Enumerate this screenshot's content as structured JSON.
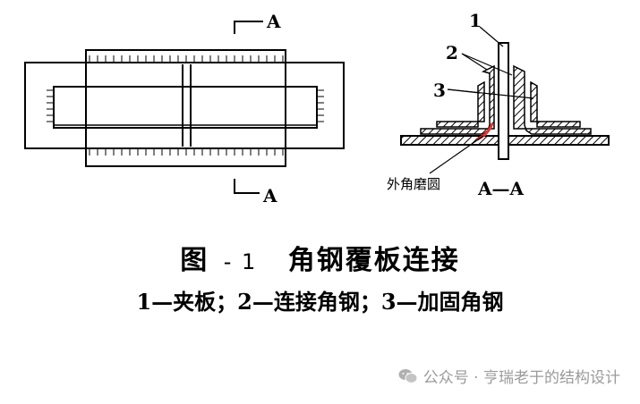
{
  "figure": {
    "section_label": "A",
    "section_marker": "A—A",
    "parts": {
      "p1": "1",
      "p2": "2",
      "p3": "3"
    },
    "annotation": "外角磨圆",
    "accent_color": "#e8322c"
  },
  "caption": {
    "title_prefix": "图",
    "title_dash": "-",
    "title_number": "1",
    "title_text": "角钢覆板连接",
    "legend": "1—夹板；2—连接角钢；3—加固角钢"
  },
  "watermark": {
    "icon": "wechat-icon",
    "text": "公众号 · 亨瑞老于的结构设计"
  }
}
